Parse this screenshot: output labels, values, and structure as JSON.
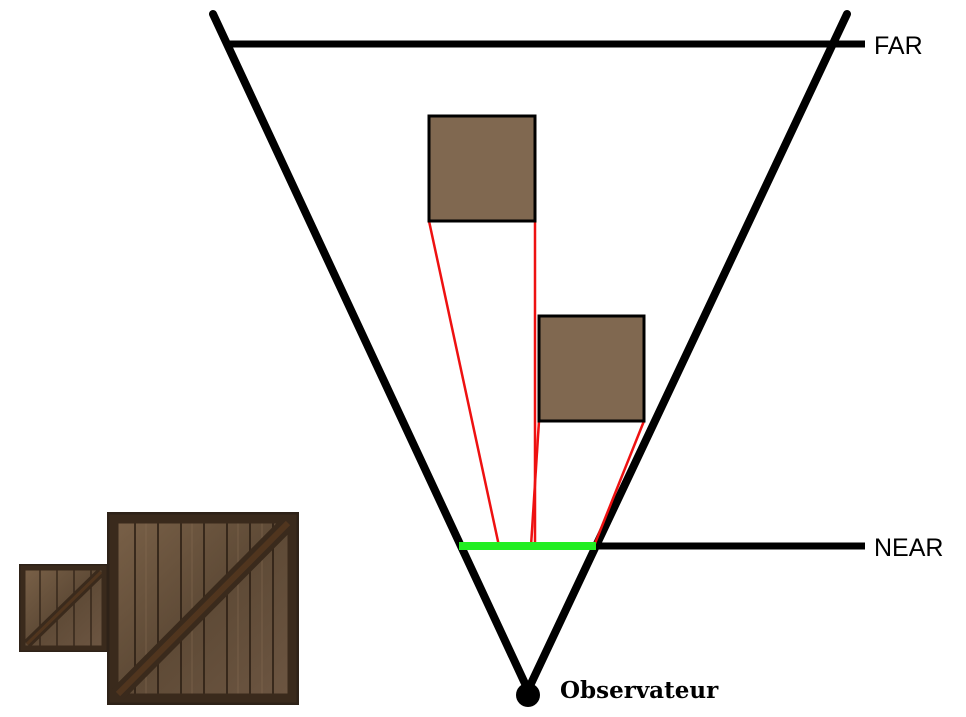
{
  "labels": {
    "far": "FAR",
    "near": "NEAR",
    "observer": "Observateur"
  },
  "colors": {
    "frustum_line": "#000000",
    "object_fill": "#806850",
    "projection_line": "#ee1111",
    "projection_segment": "#22ee22",
    "crate_dark": "#3a2a1c",
    "crate_wood": "#6b5540",
    "crate_plank_line": "#2c1f14",
    "crate_rust": "#5a3a20"
  }
}
